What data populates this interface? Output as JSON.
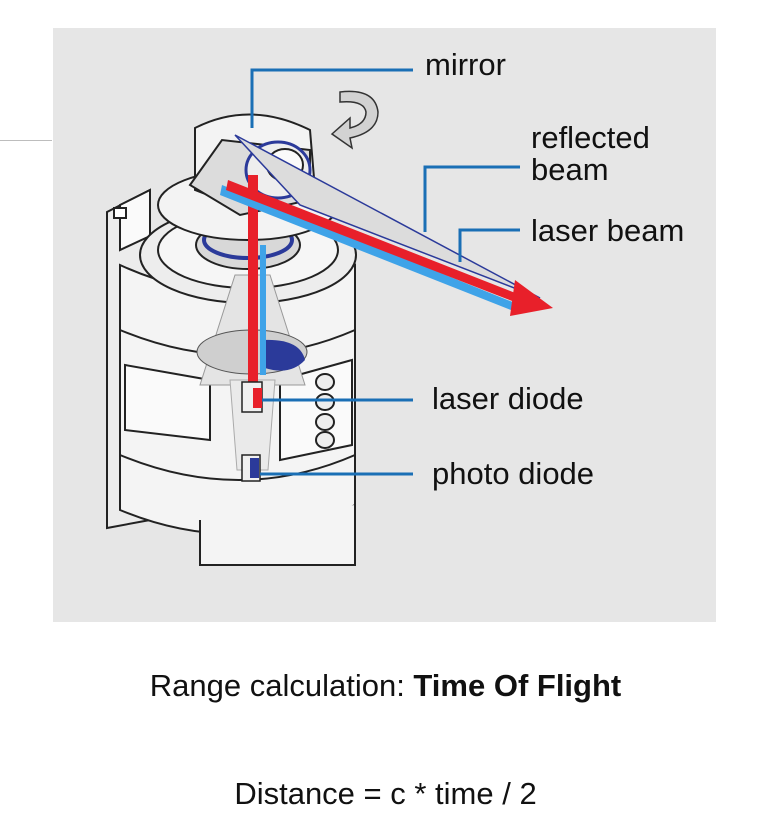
{
  "labels": {
    "mirror": "mirror",
    "reflected_beam_line1": "reflected",
    "reflected_beam_line2": "beam",
    "laser_beam": "laser beam",
    "laser_diode": "laser diode",
    "photo_diode": "photo diode"
  },
  "caption": {
    "range_prefix": "Range calculation: ",
    "range_method": "Time Of Flight",
    "formula": "Distance = c * time / 2"
  },
  "colors": {
    "leader_line": "#1a6fb5",
    "laser": "#e8202a",
    "reflected": "#3fa3e8",
    "dark_blue": "#2b3a9a",
    "panel": "#e6e6e6"
  }
}
